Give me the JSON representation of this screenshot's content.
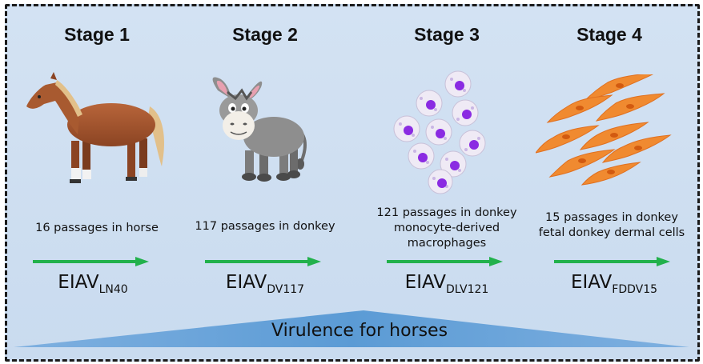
{
  "stages": [
    {
      "title": "Stage 1",
      "desc": [
        "16 passages in horse"
      ],
      "virus": "EIAV",
      "sub": "LN40",
      "icon": "horse-icon"
    },
    {
      "title": "Stage 2",
      "desc": [
        "117 passages in donkey"
      ],
      "virus": "EIAV",
      "sub": "DV117",
      "icon": "donkey-icon"
    },
    {
      "title": "Stage 3",
      "desc": [
        "121 passages in donkey",
        "monocyte-derived",
        "macrophages"
      ],
      "virus": "EIAV",
      "sub": "DLV121",
      "icon": "macrophage-icon"
    },
    {
      "title": "Stage 4",
      "desc": [
        "15 passages in donkey",
        "fetal donkey dermal cells"
      ],
      "virus": "EIAV",
      "sub": "FDDV15",
      "icon": "dermal-cell-icon"
    }
  ],
  "virulence_label": "Virulence for horses",
  "colors": {
    "arrow": "#22b14c",
    "triangle": "#5b9bd5",
    "background": "#cfdff1",
    "horse": "#a0522d",
    "donkey": "#8c8c8c",
    "cell_nucleus": "#8a2be2",
    "dermal_cell": "#f08a30"
  }
}
